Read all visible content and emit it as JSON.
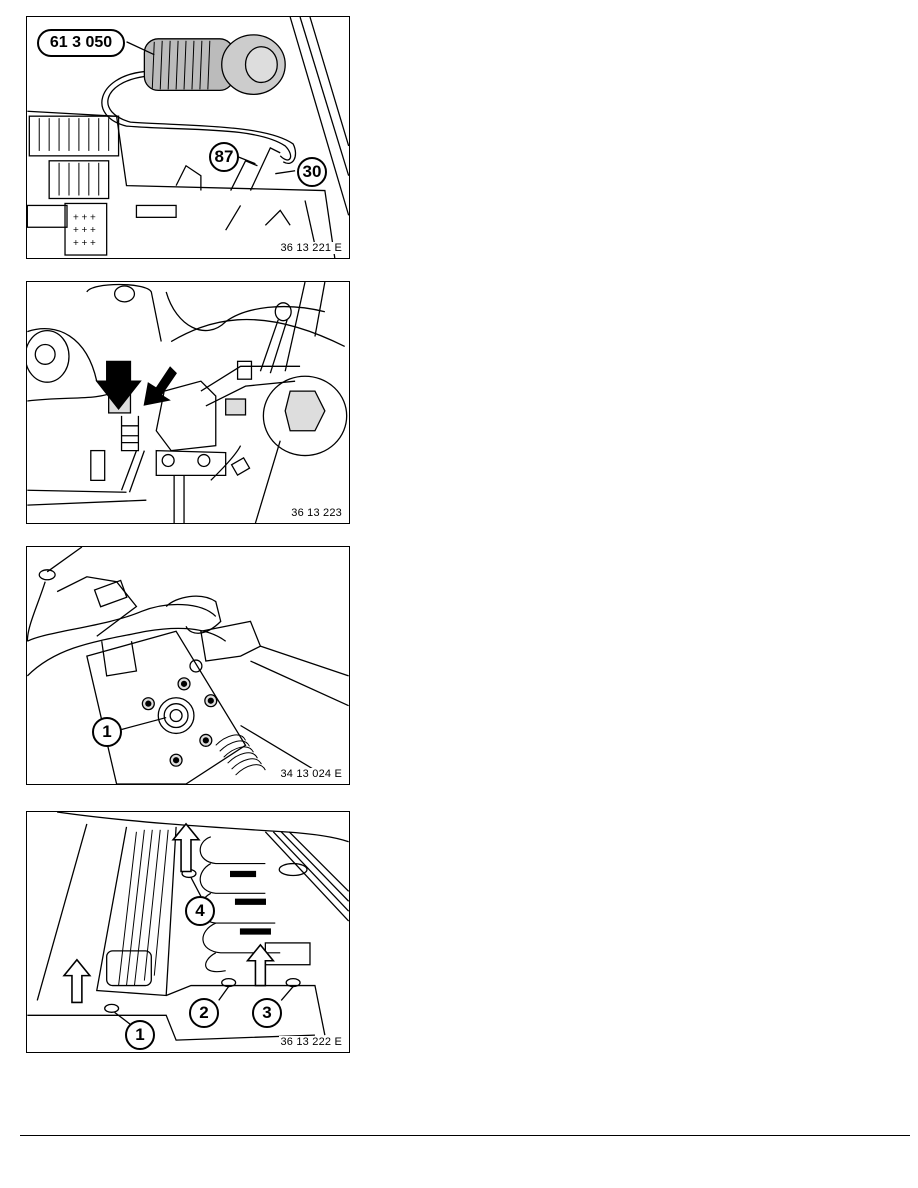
{
  "page": {
    "figures": [
      {
        "code": "36 13 221 E",
        "callouts": [
          {
            "label": "61 3 050",
            "shape": "pill"
          },
          {
            "label": "87",
            "shape": "circle"
          },
          {
            "label": "30",
            "shape": "circle"
          }
        ]
      },
      {
        "code": "36 13 223",
        "callouts": [],
        "arrows": [
          "black-arrow-down",
          "black-arrow-diagonal"
        ]
      },
      {
        "code": "34 13 024 E",
        "callouts": [
          {
            "label": "1",
            "shape": "circle"
          }
        ]
      },
      {
        "code": "36 13 222 E",
        "callouts": [
          {
            "label": "1",
            "shape": "circle"
          },
          {
            "label": "2",
            "shape": "circle"
          },
          {
            "label": "3",
            "shape": "circle"
          },
          {
            "label": "4",
            "shape": "circle"
          }
        ],
        "arrows": [
          "outline-arrow-up",
          "outline-arrow-up",
          "outline-arrow-up"
        ]
      }
    ],
    "footer": {
      "rule": true
    }
  }
}
